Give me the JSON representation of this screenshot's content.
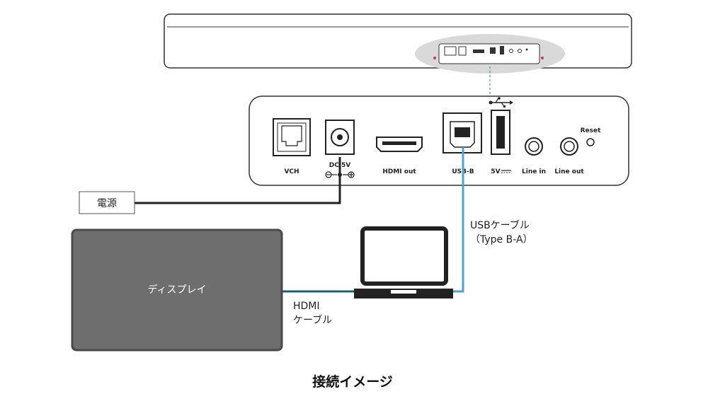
{
  "device": {
    "ports": {
      "vch": "VCH",
      "dc_in": "DC 5V",
      "hdmi_out": "HDMI out",
      "usb_b": "USB-B",
      "power_5v": "5V",
      "line_in": "Line in",
      "line_out": "Line out",
      "reset": "Reset"
    }
  },
  "power_source": {
    "label": "電源"
  },
  "display": {
    "label": "ディスプレイ"
  },
  "cables": {
    "usb_line1": "USBケーブル",
    "usb_line2": "（Type B-A）",
    "hdmi_line1": "HDMI",
    "hdmi_line2": "ケーブル"
  },
  "caption": "接続イメージ",
  "colors": {
    "usb_cable": "#4aa3d6",
    "hdmi_cable": "#1f5f73",
    "power_cable": "#222222",
    "display_fill": "#6e6e6e",
    "display_border": "#4a4a4a",
    "highlight": "#d9d9d9",
    "leader_line": "#3a9a8a"
  }
}
